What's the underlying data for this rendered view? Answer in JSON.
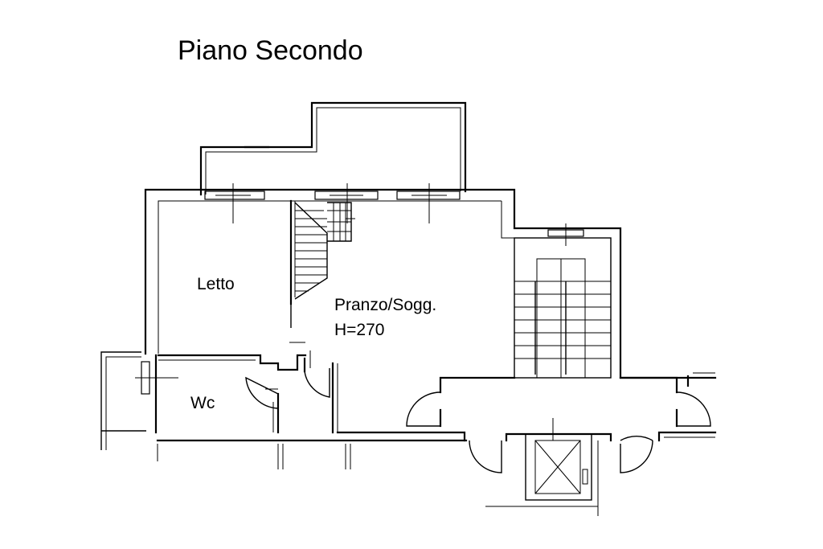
{
  "title": "Piano Secondo",
  "rooms": {
    "letto": "Letto",
    "pranzo": "Pranzo/Sogg.",
    "height": "H=270",
    "wc": "Wc"
  }
}
